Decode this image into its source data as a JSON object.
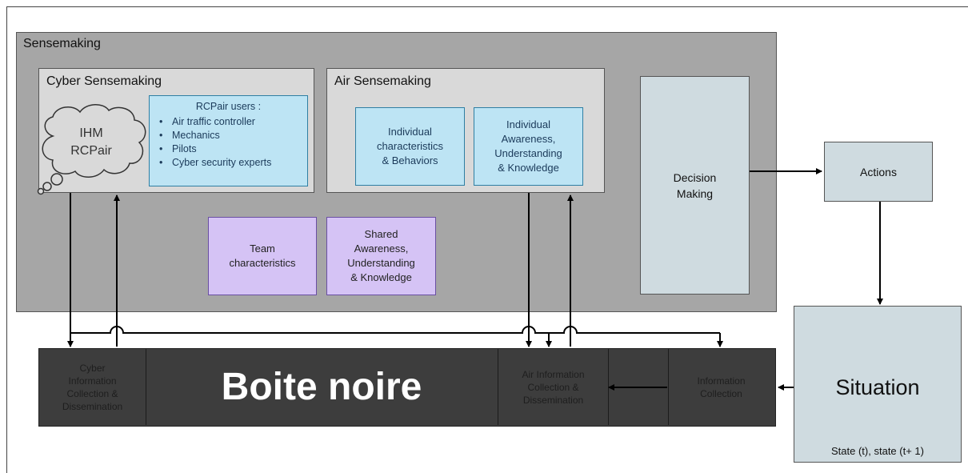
{
  "sensemaking": {
    "label": "Sensemaking"
  },
  "cyber_sensemaking": {
    "label": "Cyber Sensemaking",
    "cloud_lines": [
      "IHM",
      "RCPair"
    ],
    "users": {
      "title": "RCPair users :",
      "items": [
        "Air traffic controller",
        "Mechanics",
        "Pilots",
        "Cyber security experts"
      ]
    }
  },
  "air_sensemaking": {
    "label": "Air Sensemaking",
    "boxes": [
      {
        "lines": [
          "Individual",
          "characteristics",
          "& Behaviors"
        ]
      },
      {
        "lines": [
          "Individual",
          "Awareness,",
          "Understanding",
          "& Knowledge"
        ]
      }
    ]
  },
  "team": {
    "lines": [
      "Team",
      "characteristics"
    ]
  },
  "shared": {
    "lines": [
      "Shared",
      "Awareness,",
      "Understanding",
      "& Knowledge"
    ]
  },
  "decision": {
    "lines": [
      "Decision",
      "Making"
    ]
  },
  "actions": {
    "label": "Actions"
  },
  "situation": {
    "label": "Situation",
    "state": "State (t), state (t+ 1)"
  },
  "black_box": {
    "title": "Boite noire",
    "cells": [
      {
        "lines": [
          "Cyber",
          "Information",
          "Collection &",
          "Dissemination"
        ]
      },
      {
        "lines": [
          "Air Information",
          "Collection &",
          "Dissemination"
        ]
      },
      {
        "lines": []
      },
      {
        "lines": [
          "Information",
          "Collection"
        ]
      }
    ]
  },
  "colors": {
    "sensemaking_bg": "#a6a6a6",
    "panel_bg": "#d9d9d9",
    "blue_box": "#bde4f4",
    "purple_box": "#d5c3f5",
    "grey_box": "#cfdbe0",
    "black_box": "#3d3d3d"
  }
}
